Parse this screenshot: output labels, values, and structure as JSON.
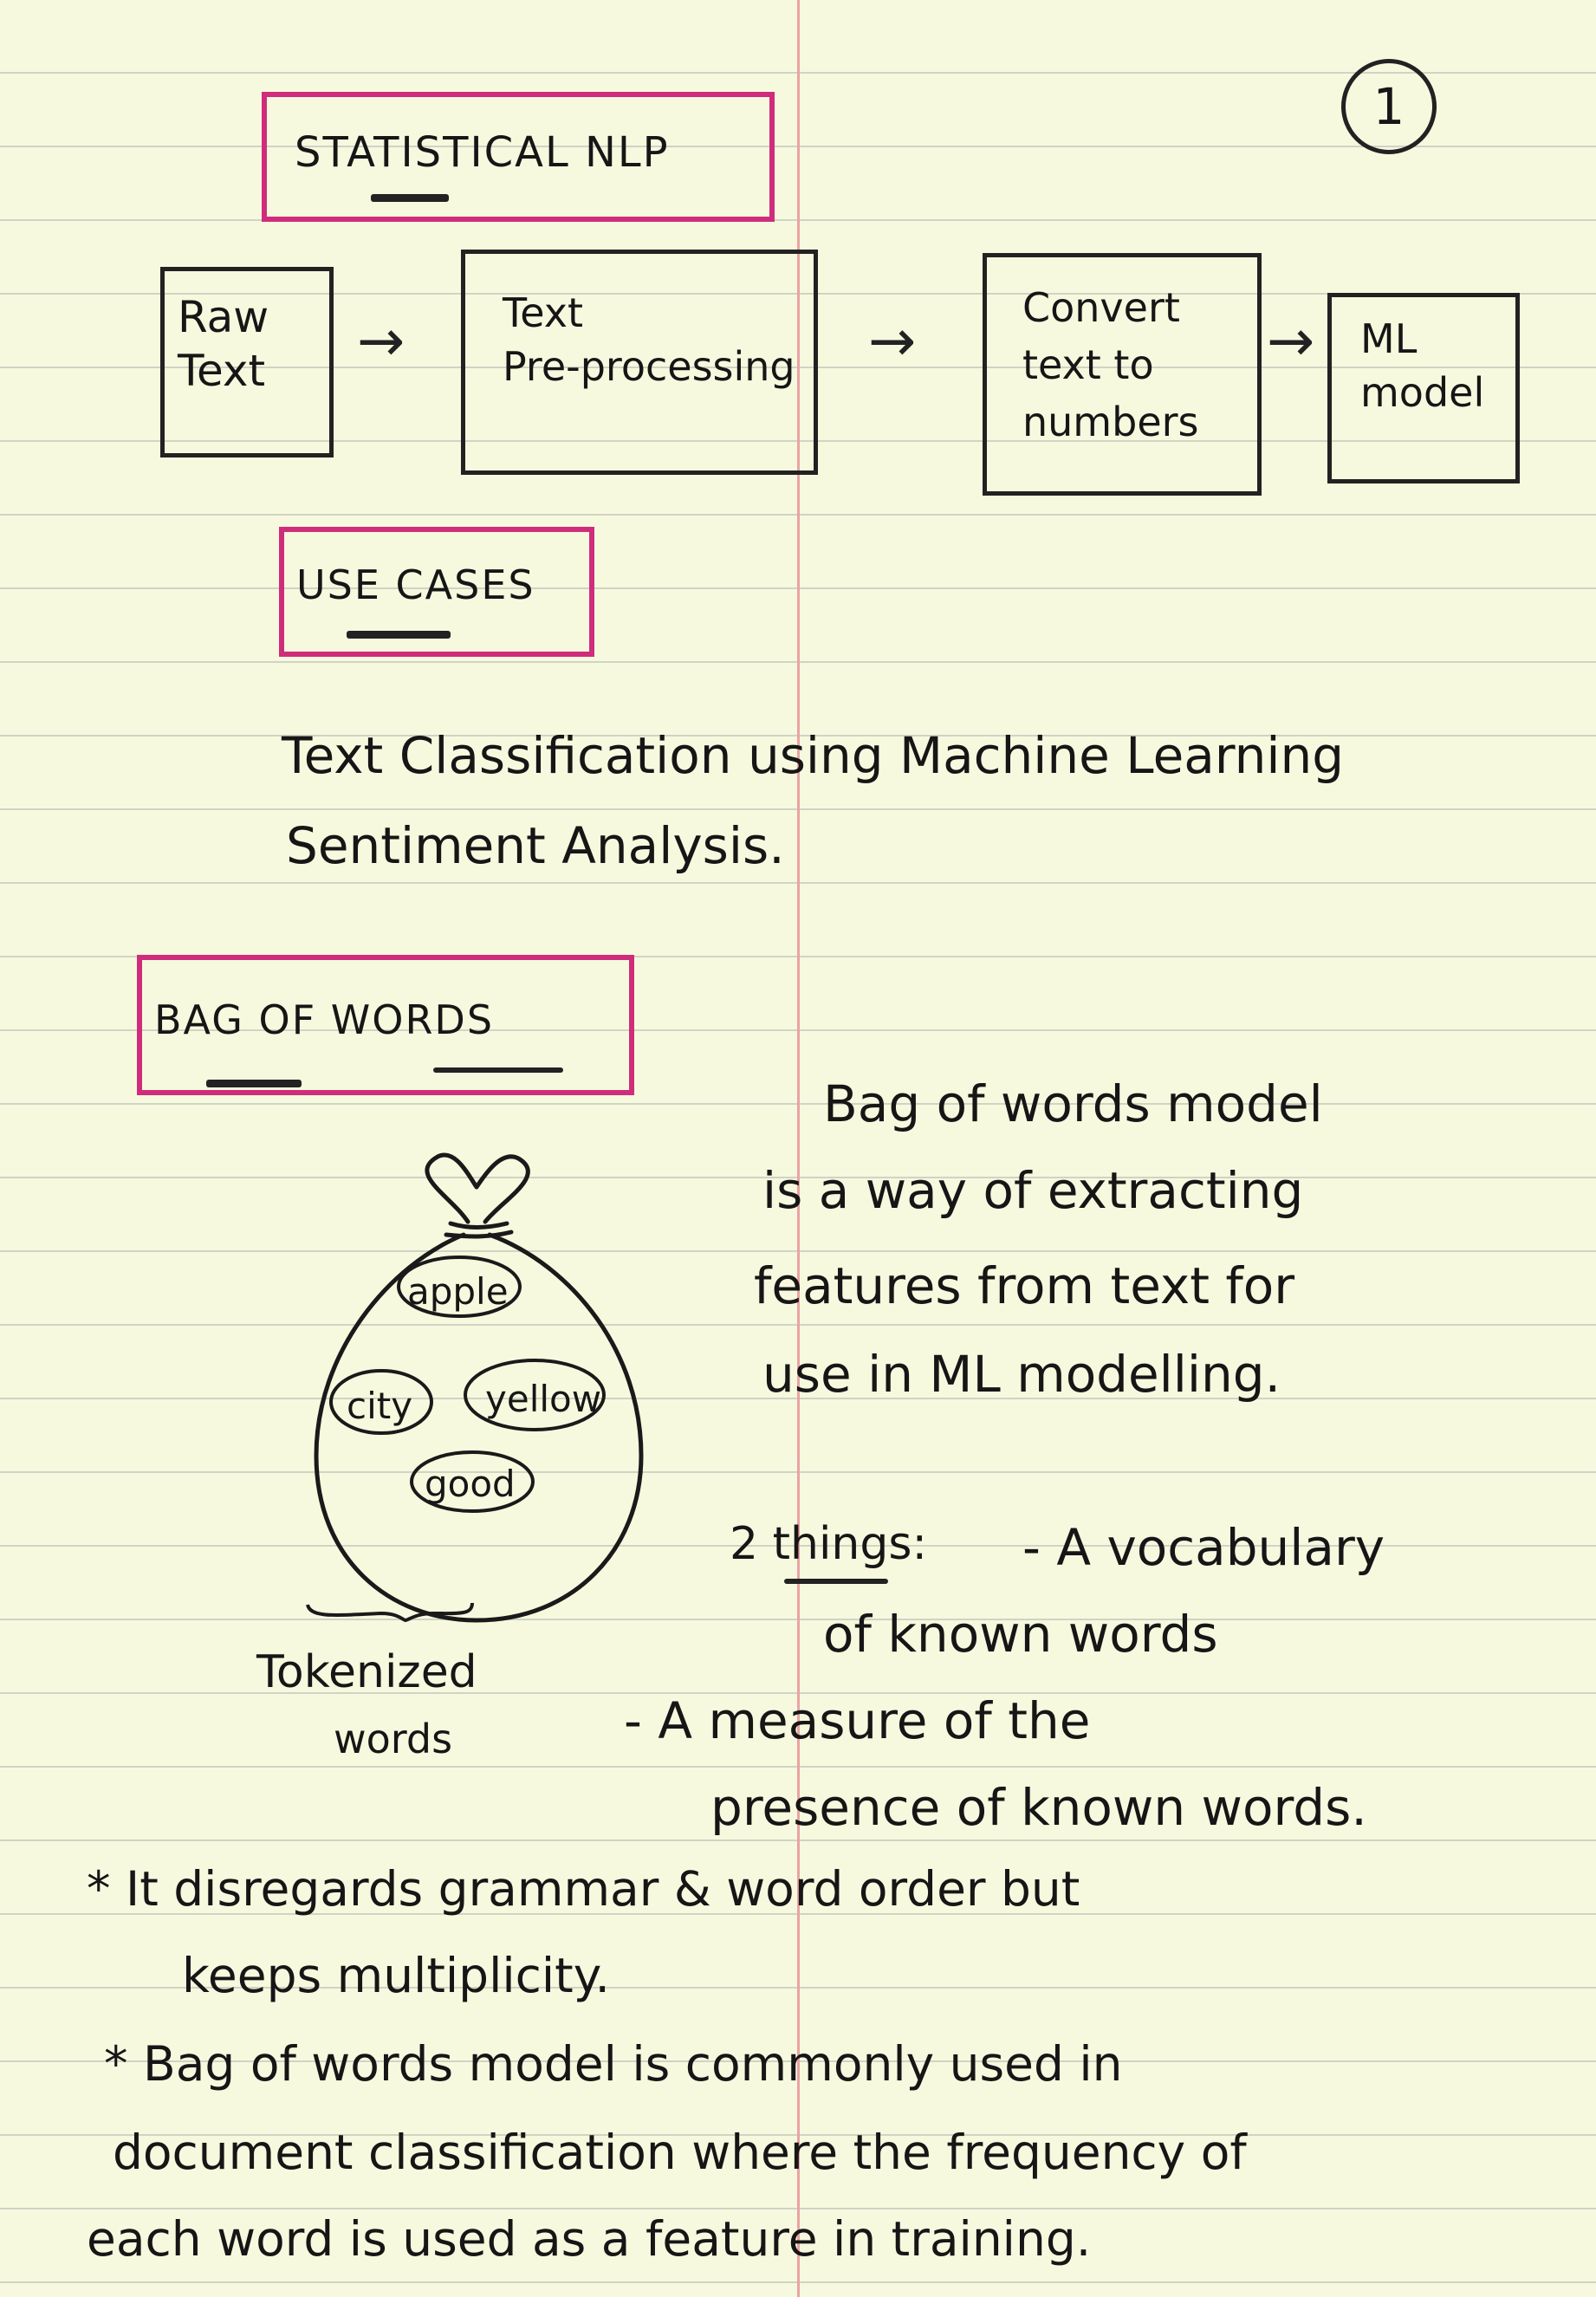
{
  "page_number": "1",
  "title": {
    "text": "STATISTICAL NLP"
  },
  "pipeline": {
    "raw_text": "Raw\nText",
    "preprocessing": "Text\nPre-processing",
    "convert": "Convert\ntext to\nnumbers",
    "ml_model": "ML\nmodel",
    "arrow": "→"
  },
  "use_cases": {
    "heading": "USE CASES",
    "line1": "Text Classification using Machine Learning",
    "line2": "Sentiment Analysis."
  },
  "bow": {
    "heading": "BAG OF WORDS",
    "bag_words": [
      "apple",
      "city",
      "yellow",
      "good"
    ],
    "bag_caption_line1": "Tokenized",
    "bag_caption_line2": "words",
    "desc": [
      "Bag of words model",
      "is a way of extracting",
      "features from text for",
      "use in ML modelling."
    ],
    "things_label": "2 things:",
    "thing1_line1": "- A vocabulary",
    "thing1_line2": "of known words",
    "thing2_line1": "- A measure of the",
    "thing2_line2": "presence of known words."
  },
  "notes": [
    "* It disregards grammar & word order but",
    "keeps multiplicity.",
    "* Bag of words model is commonly used in",
    "document classification where the frequency of",
    "each word is used as a feature in training."
  ]
}
